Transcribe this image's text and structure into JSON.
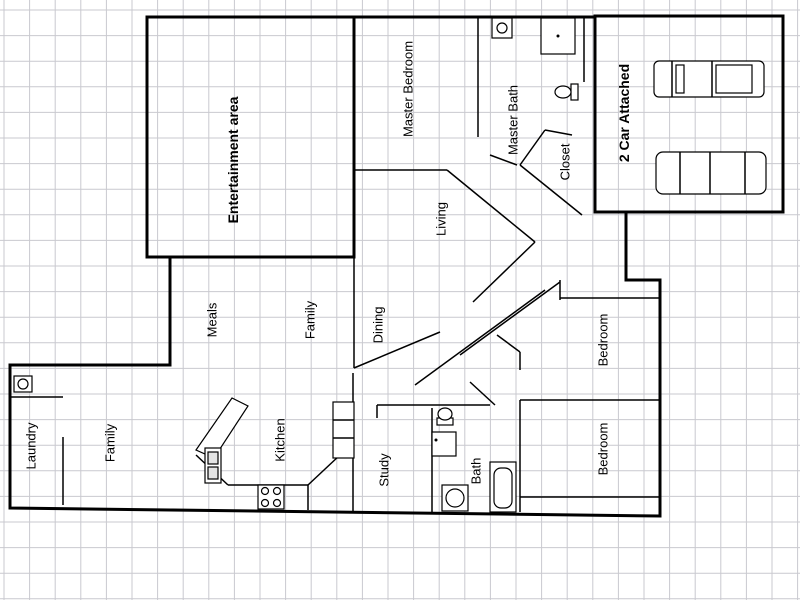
{
  "rooms": {
    "entertainment": "Entertainment area",
    "master_bedroom": "Master Bedroom",
    "master_bath": "Master Bath",
    "closet": "Closet",
    "garage": "2 Car Attached",
    "living": "Living",
    "meals": "Meals",
    "family_center": "Family",
    "dining": "Dining",
    "bedroom_upper": "Bedroom",
    "bedroom_lower": "Bedroom",
    "laundry": "Laundry",
    "family_left": "Family",
    "kitchen": "Kitchen",
    "study": "Study",
    "bath": "Bath"
  }
}
